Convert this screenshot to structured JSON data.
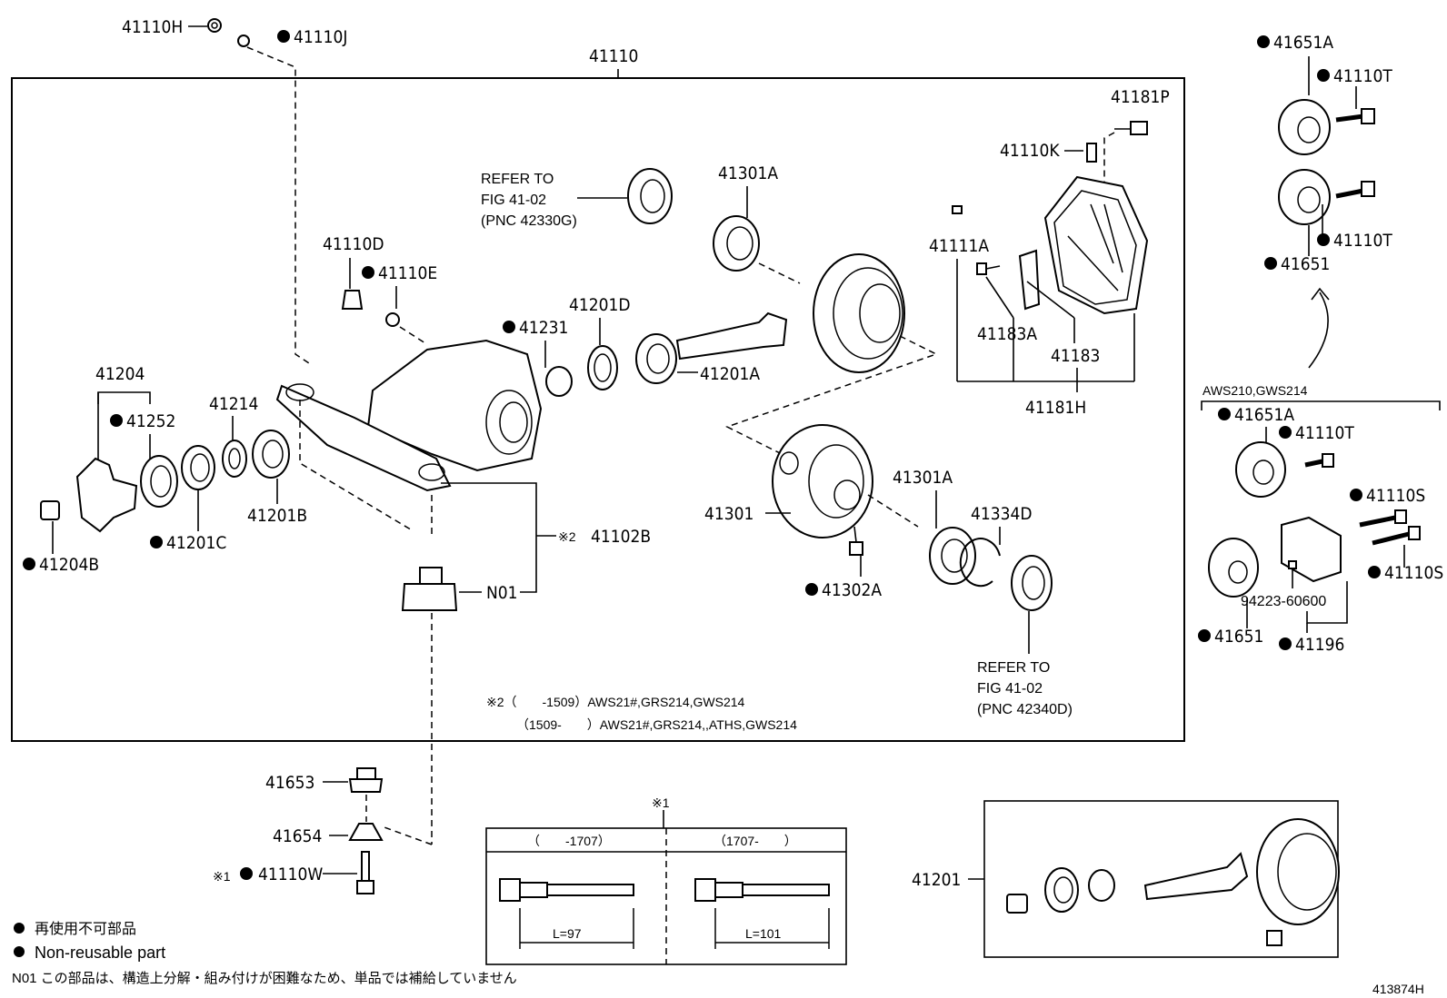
{
  "labels": {
    "p41110H": "41110H",
    "p41110J": "41110J",
    "p41110": "41110",
    "p41181P": "41181P",
    "p41110K": "41110K",
    "refer_top": [
      "REFER TO",
      "FIG 41-02",
      "(PNC 42330G)"
    ],
    "p41301A_top": "41301A",
    "p41111A": "41111A",
    "p41110D": "41110D",
    "p41110E": "41110E",
    "p41201D": "41201D",
    "p41231": "41231",
    "p41201A": "41201A",
    "p41183A": "41183A",
    "p41183": "41183",
    "p41181H": "41181H",
    "p41204": "41204",
    "p41252": "41252",
    "p41214": "41214",
    "p41201B": "41201B",
    "p41201C": "41201C",
    "p41204B": "41204B",
    "p41102B": "41102B",
    "mark2": "※2",
    "pN01": "N01",
    "p41301": "41301",
    "p41301A_bot": "41301A",
    "p41334D": "41334D",
    "p41302A": "41302A",
    "refer_bot": [
      "REFER TO",
      "FIG 41-02",
      "(PNC 42340D)"
    ],
    "note2_line1": "※2（　　-1509）AWS21#,GRS214,GWS214",
    "note2_line2": "（1509-　　）AWS21#,GRS214,,ATHS,GWS214",
    "p41653": "41653",
    "p41654": "41654",
    "mark1": "※1",
    "p41110W": "41110W",
    "p41201": "41201",
    "mark1_top": "※1",
    "bolt_table": {
      "col1_header": "（　　-1707）",
      "col2_header": "（1707-　　）",
      "col1_length": "L=97",
      "col2_length": "L=101"
    },
    "right_top": {
      "p41651A": "41651A",
      "p41110T_a": "41110T",
      "p41110T_b": "41110T",
      "p41651": "41651"
    },
    "right_variant": {
      "header": "AWS210,GWS214",
      "p41651A": "41651A",
      "p41110T": "41110T",
      "p41110S_a": "41110S",
      "p41110S_b": "41110S",
      "p94223": "94223-60600",
      "p41651": "41651",
      "p41196": "41196"
    }
  },
  "legend": {
    "jp": "再使用不可部品",
    "en": "Non-reusable part",
    "n01_note": "N01 この部品は、構造上分解・組み付けが困難なため、単品では補給していません"
  },
  "figure_id": "413874H"
}
